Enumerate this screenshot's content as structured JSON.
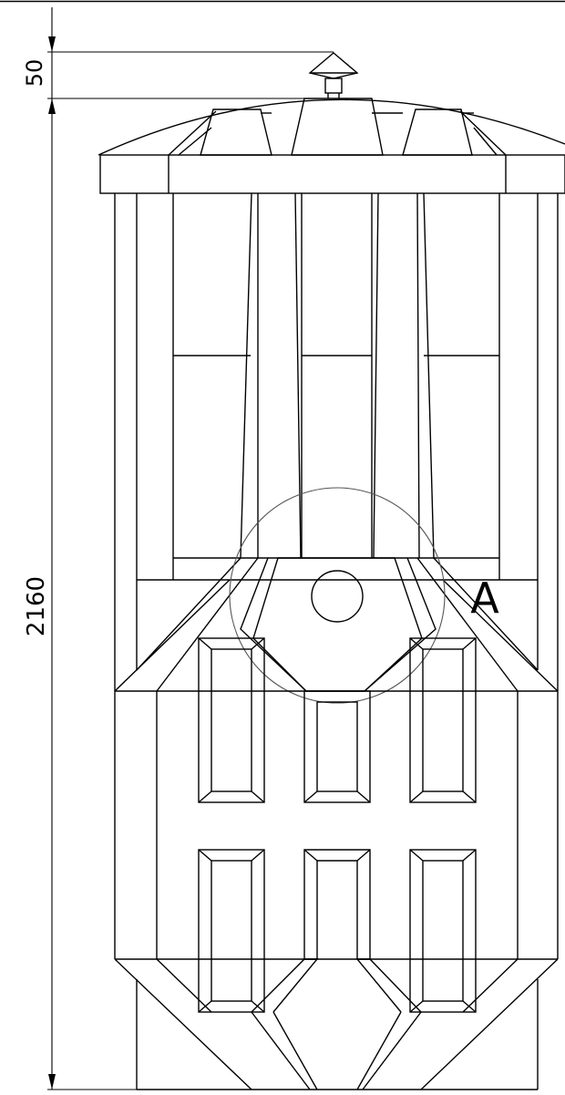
{
  "drawing": {
    "dimension_top": "50",
    "dimension_height": "2160",
    "detail_label": "A"
  },
  "colors": {
    "line": "#000000",
    "background": "#ffffff"
  }
}
